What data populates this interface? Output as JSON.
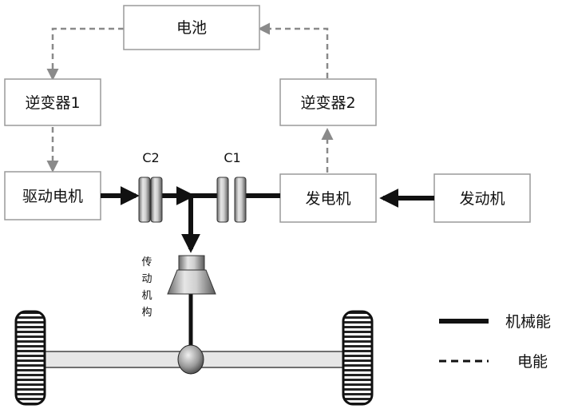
{
  "boxes": {
    "battery": "电池",
    "inverter1": "逆变器1",
    "inverter2": "逆变器2",
    "drive_motor": "驱动电机",
    "generator": "发电机",
    "engine": "发动机"
  },
  "clutches": {
    "c1": "C1",
    "c2": "C2"
  },
  "transmission_label": [
    "传",
    "动",
    "机",
    "构"
  ],
  "legend": {
    "mechanical": "机械能",
    "electrical": "电能"
  },
  "colors": {
    "box_fill": "#ffffff",
    "box_border": "#9a9a9a",
    "mechanical_arrow": "#111111",
    "electrical_arrow": "#8a8a8a"
  }
}
